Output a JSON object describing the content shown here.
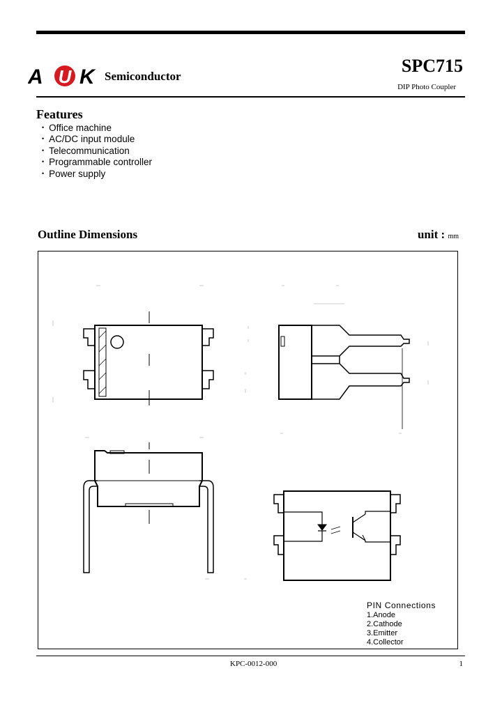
{
  "header": {
    "logo_letters": [
      "A",
      "U",
      "K"
    ],
    "company": "Semiconductor",
    "part_number": "SPC715",
    "subtitle": "DIP Photo Coupler"
  },
  "features": {
    "title": "Features",
    "items": [
      "Office machine",
      "AC/DC input module",
      "Telecommunication",
      "Programmable controller",
      "Power supply"
    ]
  },
  "outline": {
    "title": "Outline Dimensions",
    "unit_label": "unit :",
    "unit_value": "mm"
  },
  "pins": {
    "title": "PIN Connections",
    "items": [
      "1.Anode",
      "2.Cathode",
      "3.Emitter",
      "4.Collector"
    ]
  },
  "footer": {
    "code": "KPC-0012-000",
    "page": "1"
  },
  "colors": {
    "logo_red": "#d71920",
    "text": "#000000",
    "faint_dimension": "#bbbbbb"
  }
}
